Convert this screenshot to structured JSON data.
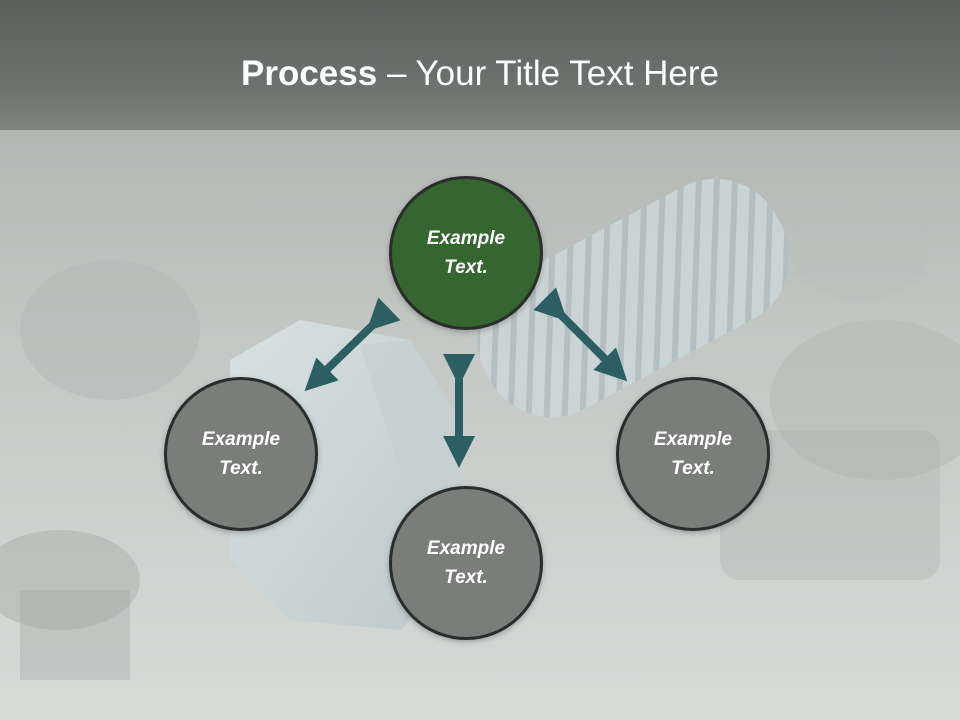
{
  "title": {
    "bold": "Process",
    "rest": " – Your Title Text Here"
  },
  "nodes": {
    "top": {
      "line1": "Example",
      "line2": "Text."
    },
    "left": {
      "line1": "Example",
      "line2": "Text."
    },
    "bottom": {
      "line1": "Example",
      "line2": "Text."
    },
    "right": {
      "line1": "Example",
      "line2": "Text."
    }
  },
  "colors": {
    "accent_green": "#356630",
    "circle_grey": "#7a7d7a",
    "arrow_teal": "#2c5f62",
    "title_text": "#ffffff"
  },
  "icons": [
    "double-arrow-icon"
  ]
}
